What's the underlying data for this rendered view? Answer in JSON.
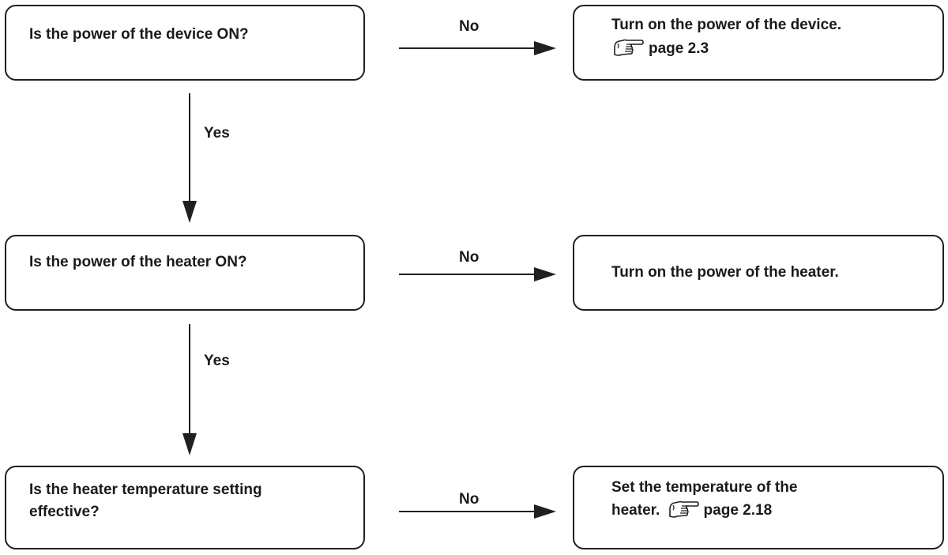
{
  "colors": {
    "line": "#231f20",
    "text": "#1a1a1a"
  },
  "rows": [
    {
      "question": [
        "Is the power of the device ON?"
      ],
      "no_label": "No",
      "action": [
        "Turn on the power of the device."
      ],
      "reference": {
        "icon": "pointing-hand-icon",
        "text": "page 2.3"
      }
    },
    {
      "question": [
        "Is the power of the heater ON?"
      ],
      "no_label": "No",
      "action": [
        "Turn on the power of the heater."
      ]
    },
    {
      "question": [
        "Is the heater temperature setting",
        "effective?"
      ],
      "no_label": "No",
      "action": [
        "Set the temperature of the",
        "heater."
      ],
      "reference": {
        "icon": "pointing-hand-icon",
        "text": "page 2.18"
      }
    }
  ],
  "connectors": [
    {
      "yes_label": "Yes"
    },
    {
      "yes_label": "Yes"
    }
  ]
}
